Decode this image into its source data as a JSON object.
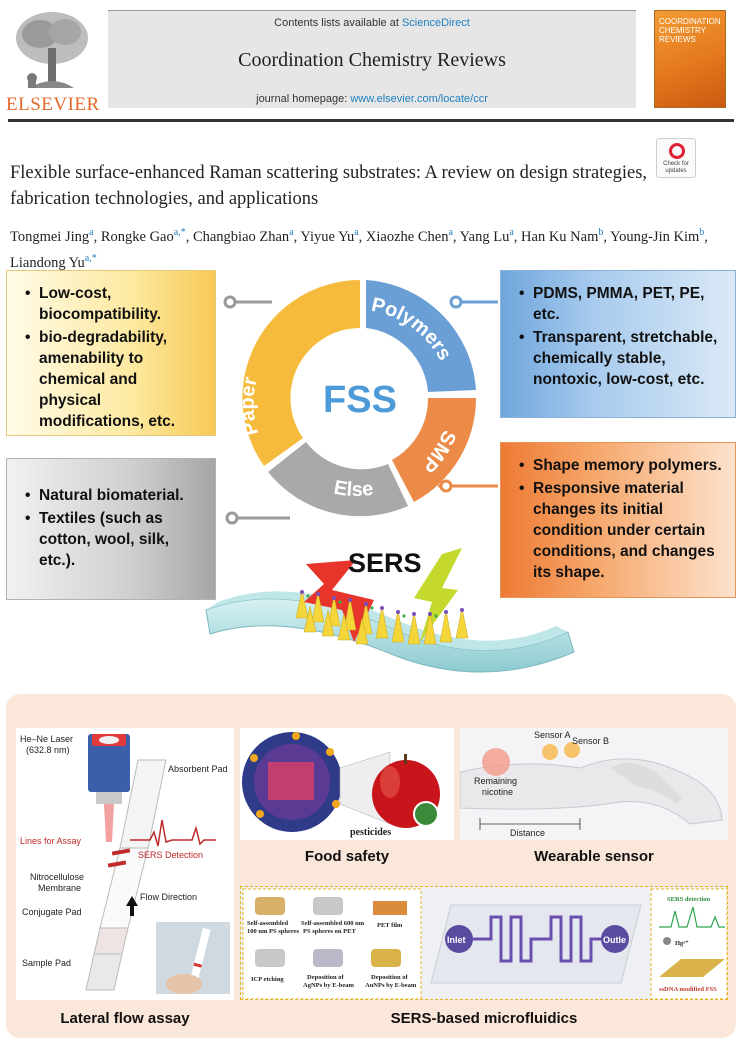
{
  "header": {
    "contents_prefix": "Contents lists available at ",
    "contents_link": "ScienceDirect",
    "journal": "Coordination Chemistry Reviews",
    "homepage_prefix": "journal homepage: ",
    "homepage_url": "www.elsevier.com/locate/ccr",
    "publisher": "ELSEVIER",
    "cover_title": "COORDINATION CHEMISTRY REVIEWS",
    "check_badge": "Check for updates"
  },
  "article": {
    "title": "Flexible surface-enhanced Raman scattering substrates: A review on design strategies, fabrication technologies, and applications",
    "authors": [
      {
        "name": "Tongmei Jing",
        "aff": "a"
      },
      {
        "name": "Rongke Gao",
        "aff": "a,*"
      },
      {
        "name": "Changbiao Zhan",
        "aff": "a"
      },
      {
        "name": "Yiyue Yu",
        "aff": "a"
      },
      {
        "name": "Xiaozhe Chen",
        "aff": "a"
      },
      {
        "name": "Yang Lu",
        "aff": "a"
      },
      {
        "name": "Han Ku Nam",
        "aff": "b"
      },
      {
        "name": "Young-Jin Kim",
        "aff": "b"
      },
      {
        "name": "Liandong Yu",
        "aff": "a,*"
      }
    ]
  },
  "graphic": {
    "center": "FSS",
    "segments": {
      "paper": "Paper",
      "polymers": "Polymers",
      "smp": "SMP",
      "else": "Else"
    },
    "paper_points": [
      "Low-cost, biocompatibility.",
      "bio-degradability, amenability to chemical and physical modifications, etc."
    ],
    "polymer_points": [
      "PDMS, PMMA, PET, PE, etc.",
      "Transparent, stretchable, chemically stable, nontoxic, low-cost, etc."
    ],
    "else_points": [
      "Natural biomaterial.",
      "Textiles (such as cotton, wool, silk, etc.)."
    ],
    "smp_points": [
      "Shape memory polymers.",
      "Responsive material changes its initial condition under certain conditions, and changes its shape."
    ],
    "sers": "SERS",
    "colors": {
      "paper": "#f6bb3c",
      "polymers": "#6a9fd6",
      "smp": "#ec8a48",
      "else": "#a9a9a9"
    }
  },
  "applications": {
    "captions": {
      "lateral_flow": "Lateral flow assay",
      "food": "Food safety",
      "wearable": "Wearable sensor",
      "microfluidics": "SERS-based microfluidics"
    },
    "lfa_labels": {
      "laser": "He–Ne Laser",
      "wavelength": "(632.8 nm)",
      "absorbent": "Absorbent Pad",
      "lines": "Lines for Assay",
      "detection": "SERS Detection",
      "nitro1": "Nitrocellulose",
      "nitro2": "Membrane",
      "flow": "Flow Direction",
      "conjugate": "Conjugate Pad",
      "sample": "Sample Pad"
    },
    "food_label": "pesticides",
    "wear_labels": {
      "a": "Sensor A",
      "b": "Sensor B",
      "rem1": "Remaining",
      "rem2": "nicotine",
      "distance": "Distance"
    },
    "micro_labels": {
      "s1a": "Self-assembled",
      "s1b": "100 nm PS spheres",
      "s2a": "Self-assembled 600 nm",
      "s2b": "PS spheres on PET",
      "pet": "PET film",
      "icp": "ICP etching",
      "d1a": "Deposition of",
      "d1b": "AgNPs by E-beam",
      "d2a": "Deposition of",
      "d2b": "AuNPs by E-beam",
      "inlet": "Inlet",
      "outlet": "Outle",
      "sers_det": "SERS detection",
      "hg": "Hg²⁺",
      "ssdna": "ssDNA modified FSS"
    }
  }
}
